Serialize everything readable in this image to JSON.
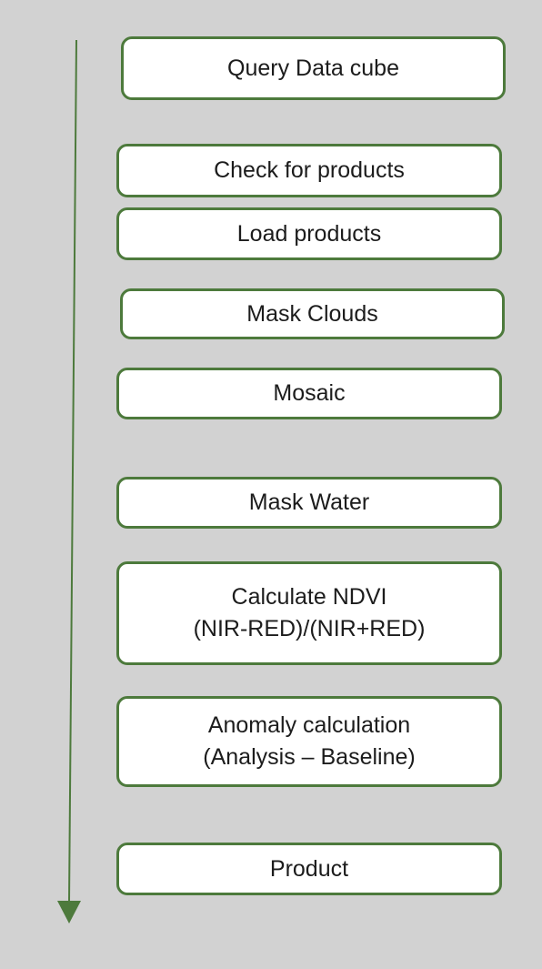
{
  "colors": {
    "background": "#d2d2d2",
    "box_fill": "#ffffff",
    "box_border": "#4d7a3c",
    "arrow": "#4d7a3c",
    "text": "#1c1c1c"
  },
  "arrow": {
    "direction": "down"
  },
  "steps": [
    {
      "lines": [
        "Query Data cube"
      ]
    },
    {
      "lines": [
        "Check for products"
      ]
    },
    {
      "lines": [
        "Load products"
      ]
    },
    {
      "lines": [
        "Mask Clouds"
      ]
    },
    {
      "lines": [
        "Mosaic"
      ]
    },
    {
      "lines": [
        "Mask Water"
      ]
    },
    {
      "lines": [
        "Calculate NDVI",
        "(NIR-RED)/(NIR+RED)"
      ]
    },
    {
      "lines": [
        "Anomaly calculation",
        "(Analysis – Baseline)"
      ]
    },
    {
      "lines": [
        "Product"
      ]
    }
  ]
}
